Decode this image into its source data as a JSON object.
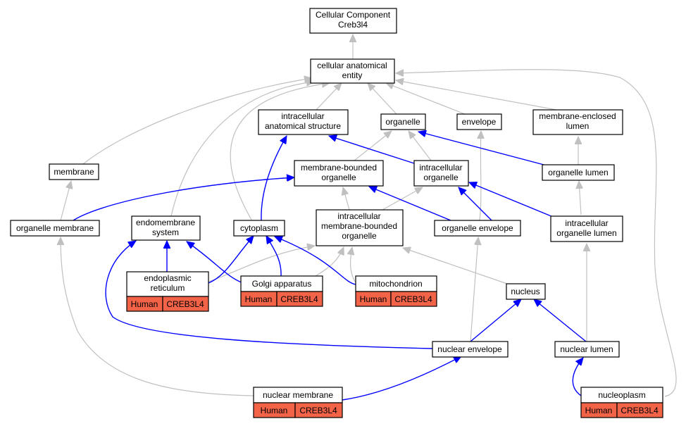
{
  "colors": {
    "is_a_edge": "#c0c0c0",
    "part_of_edge": "#0000ff",
    "annotation_cell": "#f26347",
    "node_fill": "#ffffff",
    "node_border": "#000000"
  },
  "nodes": {
    "root": {
      "lines": [
        "Cellular Component",
        "Creb3l4"
      ]
    },
    "cae": {
      "lines": [
        "cellular anatomical",
        "entity"
      ]
    },
    "ias": {
      "lines": [
        "intracellular",
        "anatomical structure"
      ]
    },
    "organelle": {
      "lines": [
        "organelle"
      ]
    },
    "envelope": {
      "lines": [
        "envelope"
      ]
    },
    "mel": {
      "lines": [
        "membrane-enclosed",
        "lumen"
      ]
    },
    "membrane": {
      "lines": [
        "membrane"
      ]
    },
    "mbo": {
      "lines": [
        "membrane-bounded",
        "organelle"
      ]
    },
    "io": {
      "lines": [
        "intracellular",
        "organelle"
      ]
    },
    "olumen": {
      "lines": [
        "organelle lumen"
      ]
    },
    "om": {
      "lines": [
        "organelle membrane"
      ]
    },
    "ems": {
      "lines": [
        "endomembrane",
        "system"
      ]
    },
    "cytoplasm": {
      "lines": [
        "cytoplasm"
      ]
    },
    "imbo": {
      "lines": [
        "intracellular",
        "membrane-bounded",
        "organelle"
      ]
    },
    "oenv": {
      "lines": [
        "organelle envelope"
      ]
    },
    "iol": {
      "lines": [
        "intracellular",
        "organelle lumen"
      ]
    },
    "er": {
      "lines": [
        "endoplasmic",
        "reticulum"
      ],
      "annotation": [
        "Human",
        "CREB3L4"
      ]
    },
    "golgi": {
      "lines": [
        "Golgi apparatus"
      ],
      "annotation": [
        "Human",
        "CREB3L4"
      ]
    },
    "mito": {
      "lines": [
        "mitochondrion"
      ],
      "annotation": [
        "Human",
        "CREB3L4"
      ]
    },
    "nucleus": {
      "lines": [
        "nucleus"
      ]
    },
    "nenv": {
      "lines": [
        "nuclear envelope"
      ]
    },
    "nlumen": {
      "lines": [
        "nuclear lumen"
      ]
    },
    "nmem": {
      "lines": [
        "nuclear membrane"
      ],
      "annotation": [
        "Human",
        "CREB3L4"
      ]
    },
    "nplasm": {
      "lines": [
        "nucleoplasm"
      ],
      "annotation": [
        "Human",
        "CREB3L4"
      ]
    }
  }
}
